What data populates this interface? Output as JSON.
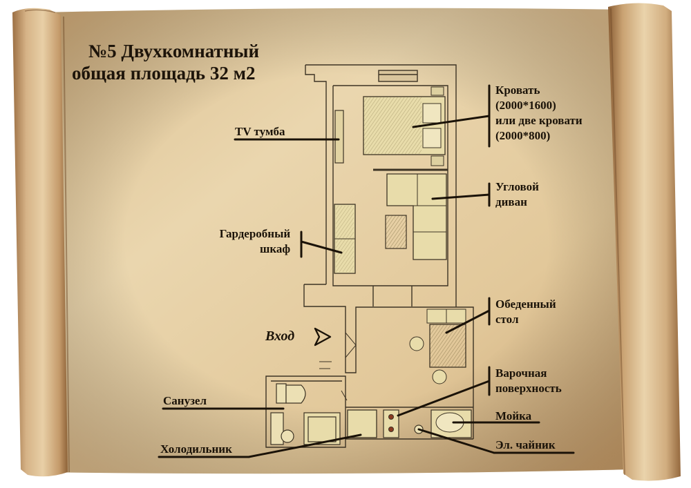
{
  "title": {
    "line1": "№5 Двухкомнатный",
    "line2": "общая площадь 32 м2"
  },
  "labels": {
    "bed": [
      "Кровать",
      "(2000*1600)",
      "или две кровати",
      "(2000*800)"
    ],
    "tv": "TV тумба",
    "sofa": [
      "Угловой",
      "диван"
    ],
    "wardrobe": [
      "Гардеробный",
      "шкаф"
    ],
    "table": [
      "Обеденный",
      "стол"
    ],
    "entrance": "Вход",
    "hob": [
      "Варочная",
      "поверхность"
    ],
    "bathroom": "Санузел",
    "sink": "Мойка",
    "fridge": "Холодильник",
    "kettle": "Эл. чайник"
  },
  "colors": {
    "parchment": "#e6cfa4",
    "parchment_dark": "#b8895a",
    "ink": "#1a1208",
    "furniture": "#e8dcaa"
  }
}
